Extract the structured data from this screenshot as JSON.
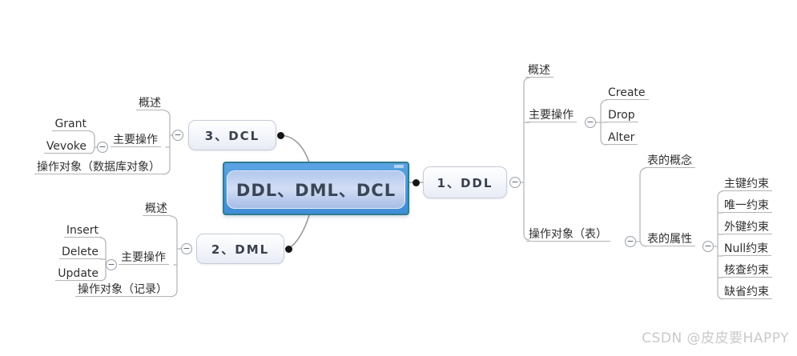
{
  "central": {
    "title": "DDL、DML、DCL"
  },
  "nodes": {
    "ddl": {
      "title": "1、DDL"
    },
    "dml": {
      "title": "2、DML"
    },
    "dcl": {
      "title": "3、DCL"
    }
  },
  "ddl_branch": {
    "overview": "概述",
    "main_ops_label": "主要操作",
    "ops": [
      "Create",
      "Drop",
      "Alter"
    ],
    "target_label": "操作对象（表）",
    "table_concept": "表的概念",
    "table_attrs_label": "表的属性",
    "constraints": [
      "主键约束",
      "唯一约束",
      "外键约束",
      "Null约束",
      "核查约束",
      "缺省约束"
    ]
  },
  "dml_branch": {
    "overview": "概述",
    "main_ops_label": "主要操作",
    "ops": [
      "Insert",
      "Delete",
      "Update"
    ],
    "target_label": "操作对象（记录）"
  },
  "dcl_branch": {
    "overview": "概述",
    "main_ops_label": "主要操作",
    "ops": [
      "Grant",
      "Vevoke"
    ],
    "target_label": "操作对象（数据库对象）"
  },
  "icons": {
    "collapse_icon": "−"
  },
  "watermark": "CSDN @皮皮要HAPPY",
  "colors": {
    "central_border": "#2f7b90",
    "central_bar": "#4795dc",
    "branch_line": "#b5b5b5",
    "joint_dot": "#161616"
  }
}
